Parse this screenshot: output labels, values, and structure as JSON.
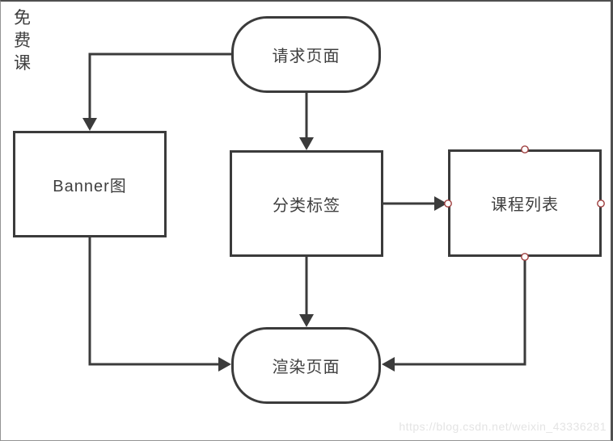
{
  "page": {
    "corner_label": "免费课",
    "watermark": "https://blog.csdn.net/weixin_43336281"
  },
  "diagram": {
    "nodes": [
      {
        "id": "request",
        "label": "请求页面",
        "shape": "stadium"
      },
      {
        "id": "banner",
        "label": "Banner图",
        "shape": "rectangle"
      },
      {
        "id": "category",
        "label": "分类标签",
        "shape": "rectangle"
      },
      {
        "id": "course",
        "label": "课程列表",
        "shape": "rectangle",
        "selected": true
      },
      {
        "id": "render",
        "label": "渲染页面",
        "shape": "stadium"
      }
    ],
    "edges": [
      {
        "from": "请求页面",
        "to": "Banner图"
      },
      {
        "from": "请求页面",
        "to": "分类标签"
      },
      {
        "from": "分类标签",
        "to": "课程列表"
      },
      {
        "from": "分类标签",
        "to": "渲染页面"
      },
      {
        "from": "Banner图",
        "to": "渲染页面"
      },
      {
        "from": "课程列表",
        "to": "渲染页面"
      }
    ],
    "colors": {
      "stroke": "#3b3b3b",
      "text": "#3f3f3f",
      "anchor_border": "#9e3e3e",
      "anchor_fill": "#ffffff",
      "watermark_text": "#e4e4e4",
      "background": "#ffffff"
    }
  }
}
